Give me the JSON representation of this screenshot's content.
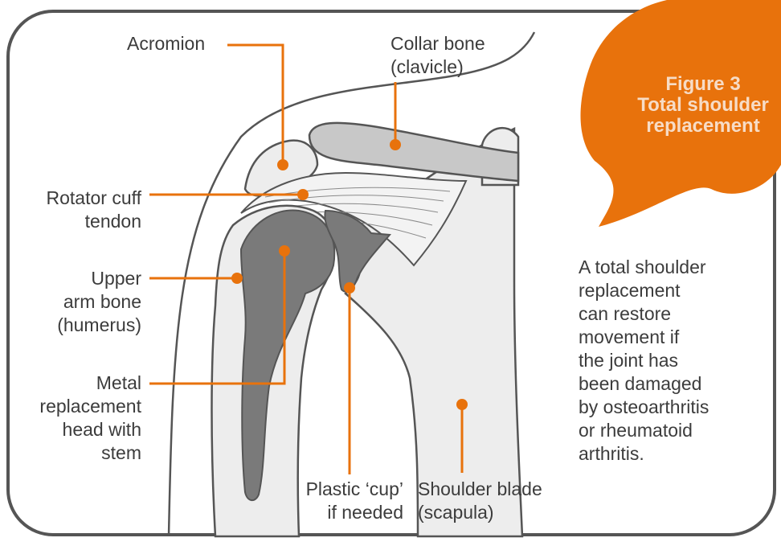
{
  "figure": {
    "title": "Figure 3\nTotal shoulder\nreplacement",
    "description": "A total shoulder\nreplacement\ncan restore\nmovement if\nthe joint has\nbeen damaged\nby osteoarthritis\nor rheumatoid\narthritis."
  },
  "labels": {
    "acromion": "Acromion",
    "collar_bone": "Collar bone\n(clavicle)",
    "rotator_cuff": "Rotator cuff\ntendon",
    "upper_arm": "Upper\narm bone\n(humerus)",
    "metal_head": "Metal\nreplacement\nhead with\nstem",
    "plastic_cup": "Plastic ‘cup’\nif needed",
    "shoulder_blade": "Shoulder blade\n(scapula)"
  },
  "colors": {
    "accent": "#E8720C",
    "frame": "#555555",
    "bone": "#EDEDED",
    "implant": "#7A7A7A",
    "clavicle": "#C8C8C8"
  }
}
